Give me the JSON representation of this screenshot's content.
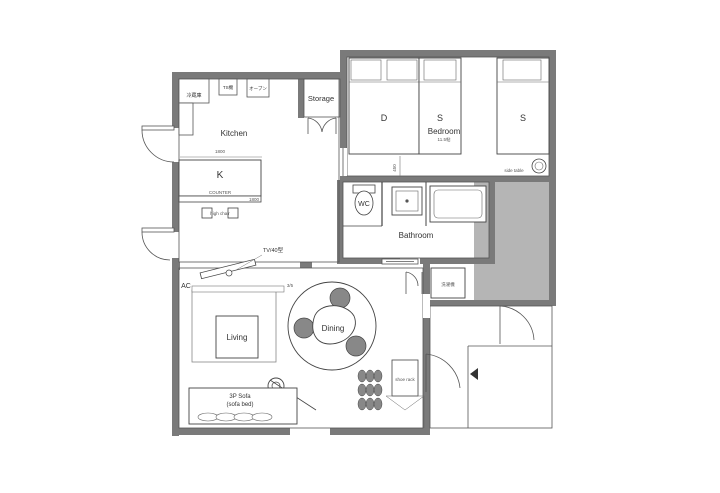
{
  "rooms": {
    "kitchen": "Kitchen",
    "storage": "Storage",
    "bedroom": "Bedroom",
    "bedroom_size": "11.5帖",
    "bed_d": "D",
    "bed_s1": "S",
    "bed_s2": "S",
    "wc": "WC",
    "bathroom": "Bathroom",
    "living": "Living",
    "dining": "Dining"
  },
  "kitchen": {
    "island": "K",
    "counter": "COUNTER",
    "counter_dim": "1800",
    "high_chair": "high chair",
    "top_dim": "1800",
    "fridge": "冷蔵庫",
    "microwave": "TS機",
    "oven": "オーブン"
  },
  "labels": {
    "tv": "TV/40型",
    "ac": "AC",
    "sofa_line1": "3P Sofa",
    "sofa_line2": "(sofa bed)",
    "washer": "洗濯機",
    "bed_dim": "450",
    "side_table": "side table",
    "shoe_rack": "shoe rack",
    "tv_dim": "3/5"
  },
  "colors": {
    "wall": "#7a7a7a",
    "balcony": "#b5b5b5",
    "line": "#444444"
  }
}
